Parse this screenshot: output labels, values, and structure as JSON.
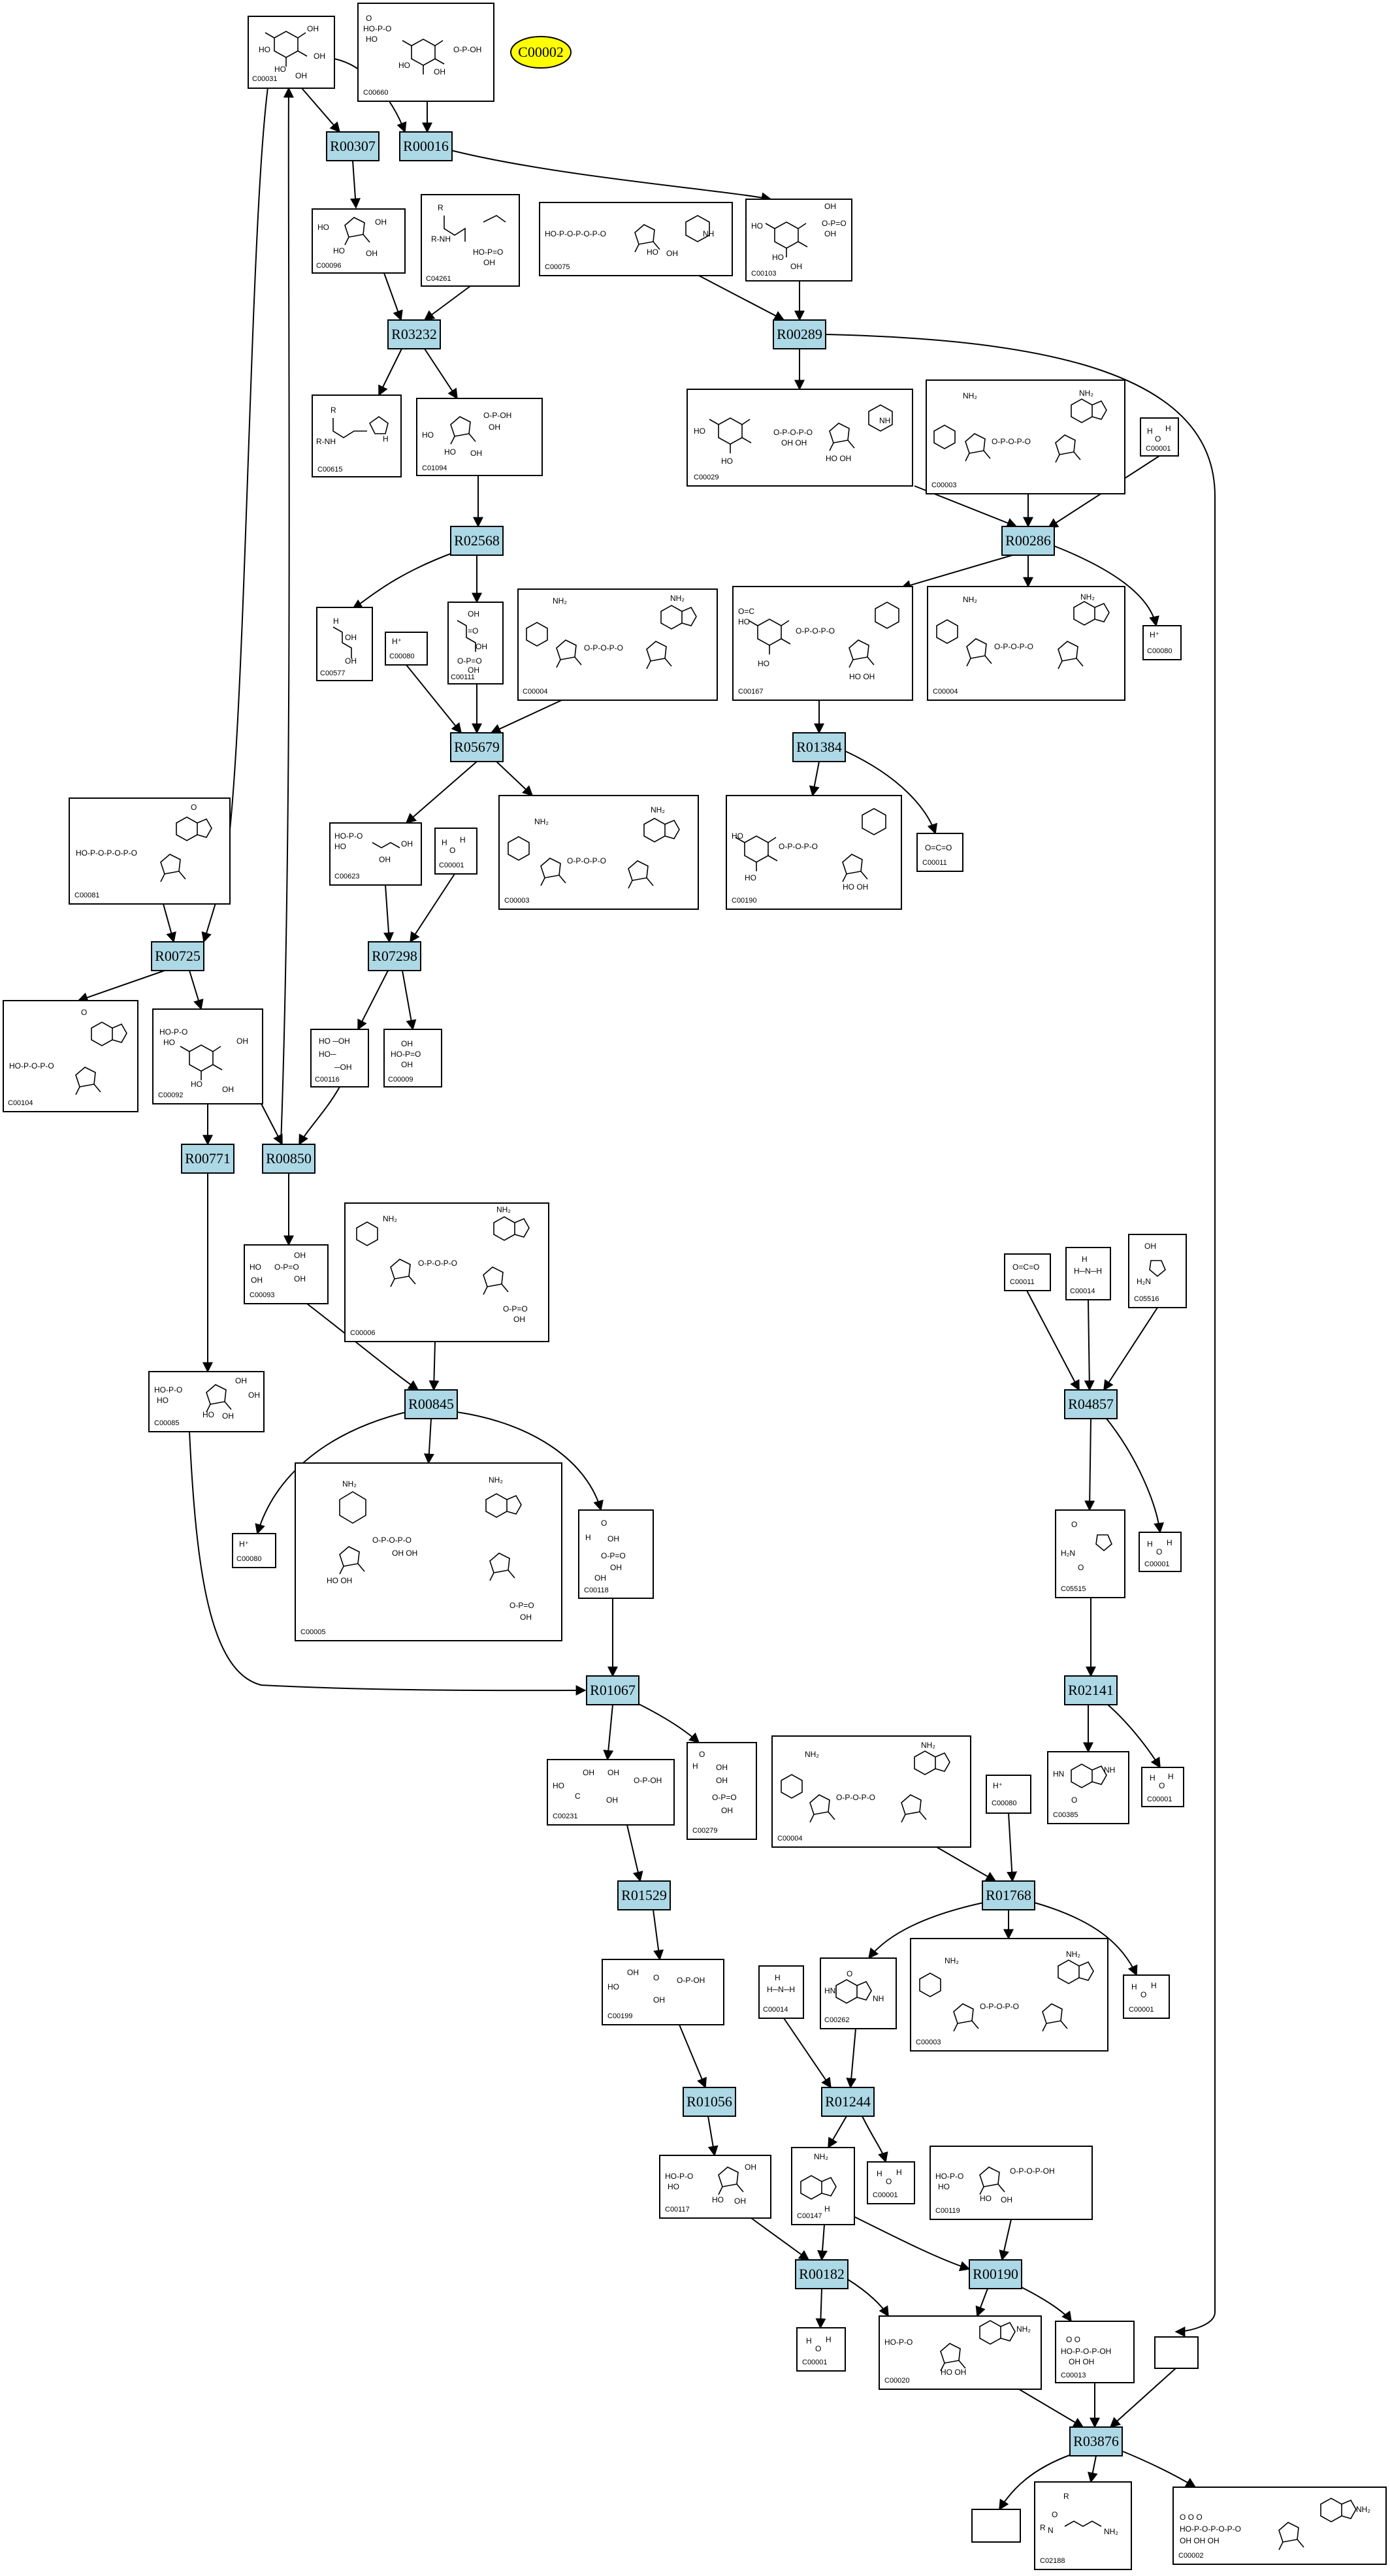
{
  "reactions": [
    "R00016",
    "R00307",
    "R03232",
    "R00289",
    "R00286",
    "R02568",
    "R05679",
    "R01384",
    "R00725",
    "R07298",
    "R00771",
    "R00850",
    "R00845",
    "R04857",
    "R01067",
    "R02141",
    "R01529",
    "R01768",
    "R01056",
    "R01244",
    "R00182",
    "R00190",
    "R03876"
  ],
  "compounds": [
    "C00031",
    "C00660",
    "C00002",
    "C00096",
    "C04261",
    "C00075",
    "C00103",
    "C00615",
    "C01094",
    "C00029",
    "C00003",
    "C00001",
    "C00577",
    "C00080",
    "C00111",
    "C00004",
    "C00167",
    "C00006",
    "C00190",
    "C00011",
    "C00081",
    "C00623",
    "C00104",
    "C00092",
    "C00116",
    "C00009",
    "C00093",
    "C00085",
    "C00005",
    "C00014",
    "C05516",
    "C05515",
    "C00118",
    "C00231",
    "C00279",
    "C00385",
    "C00199",
    "C00262",
    "C00117",
    "C00147",
    "C00119",
    "C00020",
    "C00013",
    "C02188"
  ],
  "title_node": "C00002",
  "colors": {
    "reaction_fill": "#add8e6",
    "title_fill": "#ffff00"
  }
}
